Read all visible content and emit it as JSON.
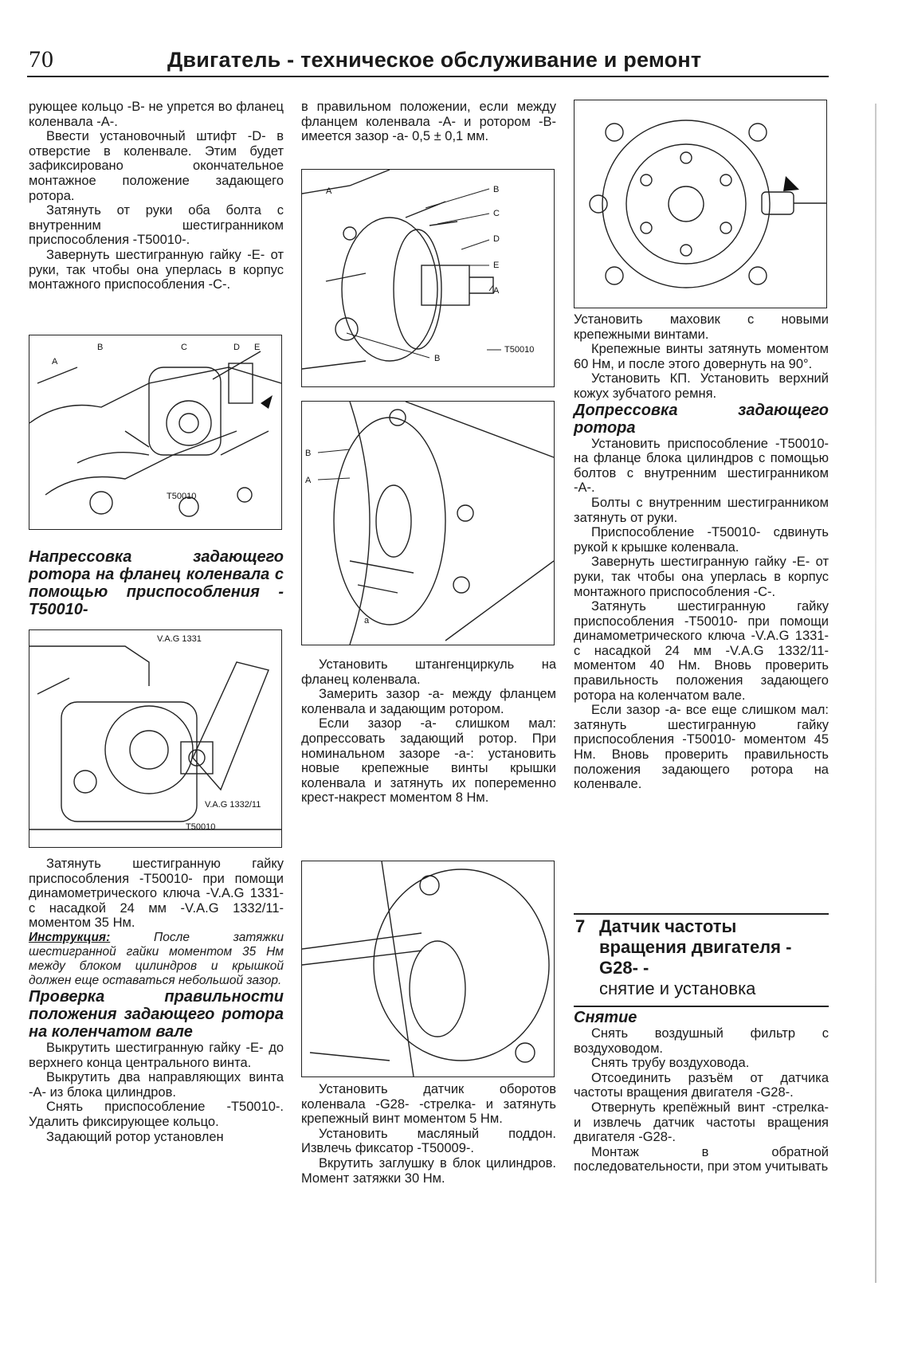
{
  "header": {
    "page_number": "70",
    "title": "Двигатель - техническое обслуживание и ремонт"
  },
  "col1": {
    "p1": "рующее кольцо -В- не упрется во фланец коленвала -А-.",
    "p2": "Ввести установочный штифт -D- в отверстие в коленвале. Этим будет зафиксировано окончательное монтажное положение задающего ротора.",
    "p3": "Затянуть от руки оба болта с внутренним шестигранником приспособления -T50010-.",
    "p4": "Завернуть шестигранную гайку -Е- от руки, так чтобы она уперлась в корпус монтажного приспособления -С-.",
    "fig1_labels": [
      "B",
      "C",
      "D",
      "E",
      "A",
      "T50010"
    ],
    "heading1": "Напрессовка задающего ротора на фланец коленвала с помощью приспособления -T50010-",
    "fig2_labels": [
      "V.A.G 1331",
      "V.A.G 1332/11",
      "T50010"
    ],
    "p5": "Затянуть шестигранную гайку приспособления -T50010- при помощи динамометрического ключа -V.A.G 1331- с насадкой 24 мм -V.A.G 1332/11- моментом 35 Нм.",
    "note_label": "Инструкция:",
    "note_text": " После затяжки шестигранной гайки моментом 35 Нм между блоком цилиндров и крышкой должен еще оставаться небольшой зазор.",
    "heading2": "Проверка правильности положения задающего ротора на коленчатом вале",
    "p6": "Выкрутить шестигранную гайку -Е- до верхнего конца центрального винта.",
    "p7": "Выкрутить два направляющих винта -А- из блока цилиндров.",
    "p8": "Снять приспособление -T50010-. Удалить фиксирующее кольцо.",
    "p9": "Задающий ротор установлен"
  },
  "col2": {
    "p1": "в правильном положении, если между фланцем коленвала -А- и ротором -В- имеется зазор -а- 0,5 ± 0,1 мм.",
    "fig3_labels": [
      "A",
      "B",
      "C",
      "D",
      "E",
      "A",
      "B",
      "T50010"
    ],
    "fig4_labels": [
      "B",
      "A",
      "a"
    ],
    "p2": "Установить штангенциркуль на фланец коленвала.",
    "p3": "Замерить зазор -а- между фланцем коленвала и задающим ротором.",
    "p4": "Если зазор -а- слишком мал: допрессовать задающий ротор. При номинальном зазоре -а-: установить новые крепежные винты крышки коленвала и затянуть их попеременно крест-накрест моментом 8 Нм.",
    "p5": "Установить датчик оборотов коленвала -G28- -стрелка- и затянуть крепежный винт моментом 5 Нм.",
    "p6": "Установить масляный поддон. Извлечь фиксатор -T50009-.",
    "p7": "Вкрутить заглушку в блок цилиндров. Момент затяжки 30 Нм."
  },
  "col3": {
    "p1": "Установить маховик с новыми крепежными винтами.",
    "p2": "Крепежные винты затянуть моментом 60 Нм, и после этого довернуть на 90°.",
    "p3": "Установить КП. Установить верхний кожух зубчатого ремня.",
    "heading1": "Допрессовка задающего ротора",
    "p4": "Установить приспособление -T50010- на фланце блока цилиндров с помощью болтов с внутренним шестигранником -А-.",
    "p5": "Болты с внутренним шестигранником затянуть от руки.",
    "p6": "Приспособление -T50010- сдвинуть рукой к крышке коленвала.",
    "p7": "Завернуть шестигранную гайку -Е- от руки, так чтобы она уперлась в корпус монтажного приспособления -С-.",
    "p8": "Затянуть шестигранную гайку приспособления -T50010- при помощи динамометрического ключа -V.A.G 1331- с насадкой 24 мм -V.A.G 1332/11- моментом 40 Нм. Вновь проверить правильность положения задающего ротора на коленчатом вале.",
    "p9": "Если зазор -а- все еще слишком мал: затянуть шестигранную гайку приспособления -T50010- моментом 45 Нм. Вновь проверить правильность положения задающего ротора на коленвале.",
    "section_number": "7",
    "section_title": "Датчик частоты вращения двигателя -G28- -",
    "section_subtitle": "снятие и установка",
    "heading2": "Снятие",
    "p10": "Снять воздушный фильтр с воздуховодом.",
    "p11": "Снять трубу воздуховода.",
    "p12": "Отсоединить разъём от датчика частоты вращения двигателя -G28-.",
    "p13": "Отвернуть крепёжный винт -стрелка- и извлечь датчик частоты вращения двигателя -G28-.",
    "p14": "Монтаж в обратной последовательности, при этом учитывать"
  }
}
